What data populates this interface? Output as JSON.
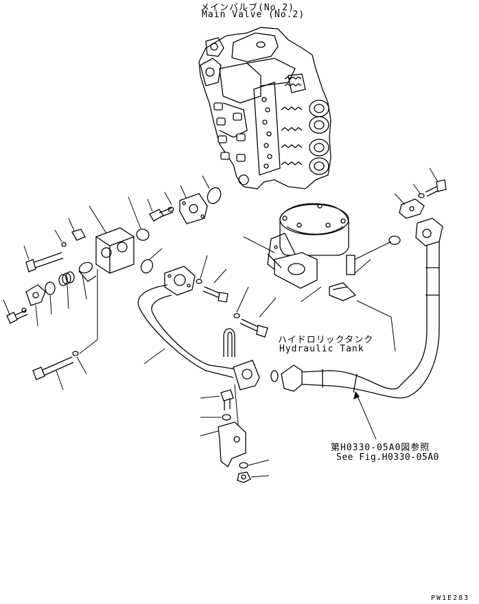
{
  "labels": {
    "main_valve_jp": "メインバルブ(No.2)",
    "main_valve_en": "Main Valve (No.2)",
    "hydraulic_tank_jp": "ハイドロリックタンク",
    "hydraulic_tank_en": "Hydraulic Tank",
    "see_fig_jp": "第H0330-05A0図参照",
    "see_fig_en": "See Fig.H0330-05A0",
    "drawing_code": "PW1E283"
  },
  "icons": [
    "main-valve-icon",
    "hydraulic-tank-icon",
    "pipe-icon",
    "hose-icon",
    "bolt-icon",
    "washer-icon",
    "o-ring-icon",
    "flange-icon",
    "block-icon",
    "bracket-icon",
    "clamp-icon",
    "nut-icon"
  ]
}
